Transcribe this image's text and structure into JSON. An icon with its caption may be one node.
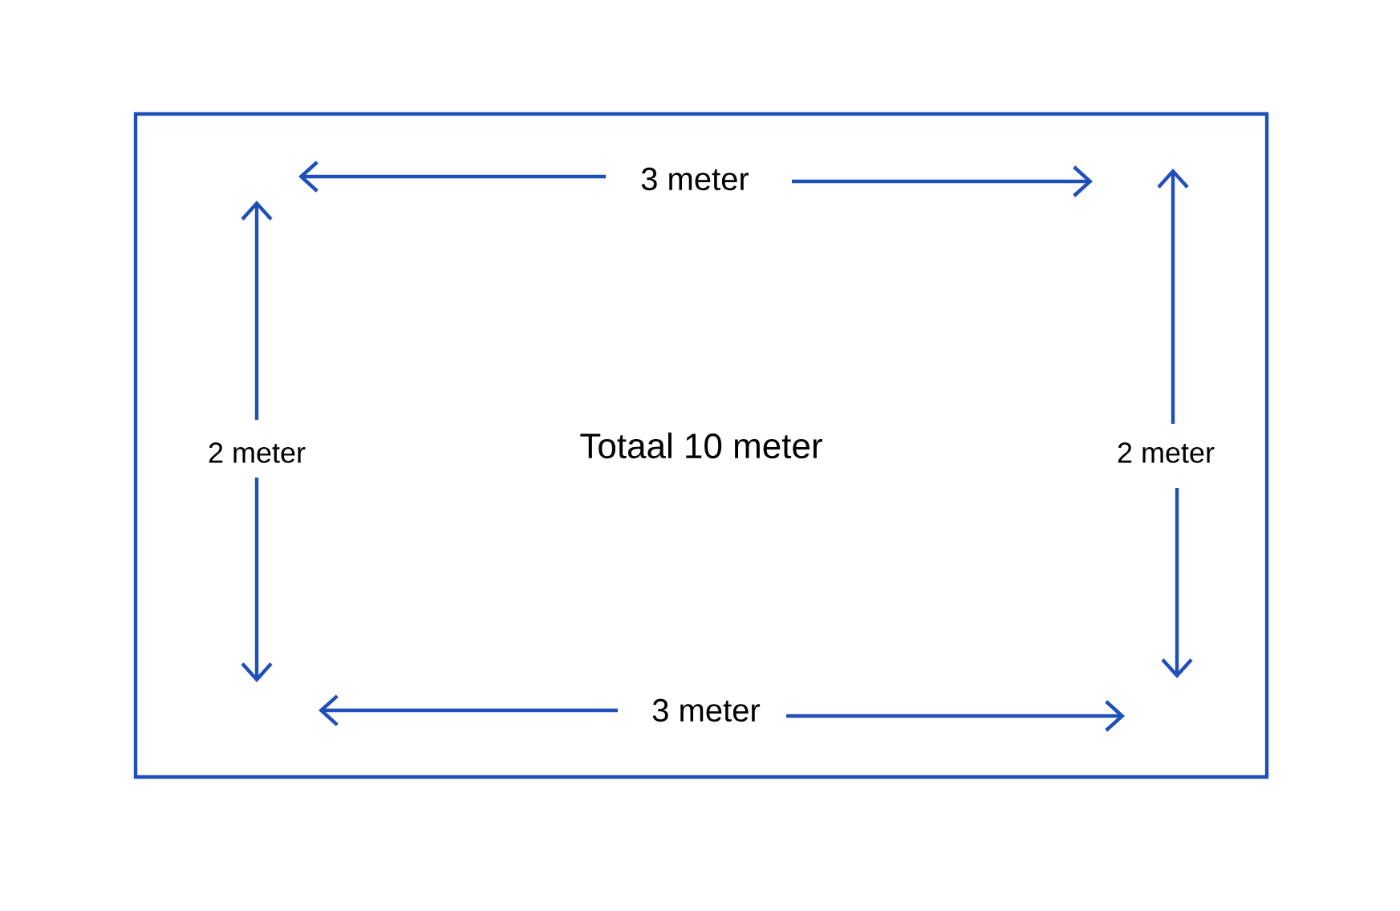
{
  "diagram": {
    "nodes": [
      {
        "text": [
          "Totaal 10 meter"
        ]
      }
    ],
    "labels": [
      "3 meter",
      "2 meter",
      "2 meter",
      "3 meter"
    ]
  }
}
